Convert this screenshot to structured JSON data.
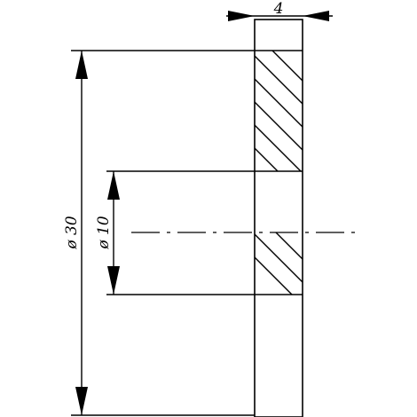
{
  "dimensions": {
    "thickness": "4",
    "outer_diameter": "ø 30",
    "inner_diameter": "ø 10"
  },
  "colors": {
    "line": "#000000",
    "background": "#ffffff"
  }
}
